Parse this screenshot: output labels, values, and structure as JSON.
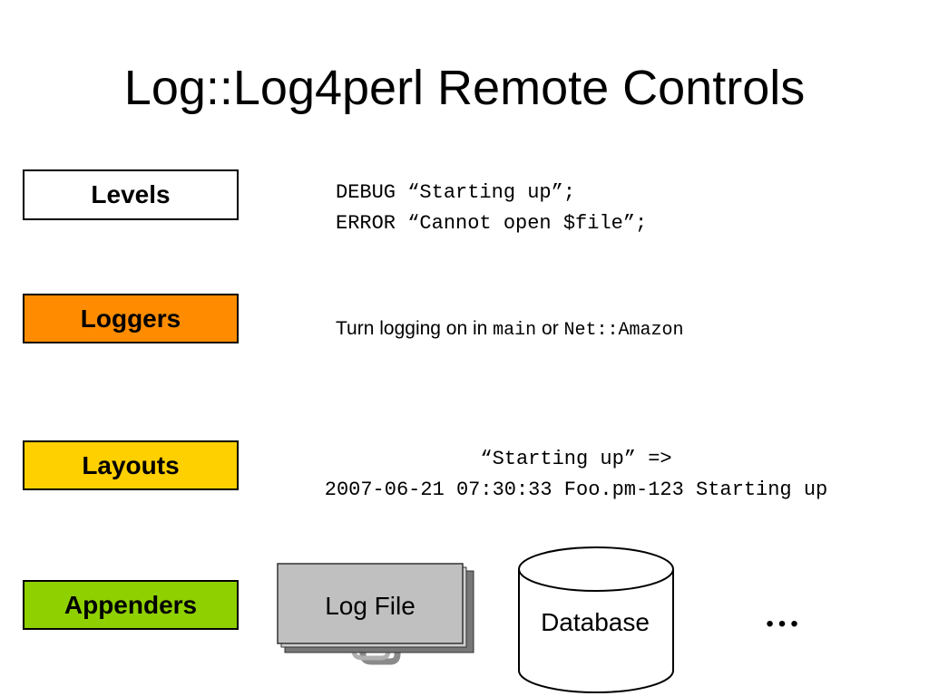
{
  "slide": {
    "title": "Log::Log4perl Remote Controls"
  },
  "concepts": [
    {
      "label": "Levels",
      "color": "#ffffff"
    },
    {
      "label": "Loggers",
      "color": "#ff8c00"
    },
    {
      "label": "Layouts",
      "color": "#ffd000"
    },
    {
      "label": "Appenders",
      "color": "#8fd000"
    }
  ],
  "levels_example": {
    "line1": "DEBUG “Starting up”;",
    "line2": "ERROR “Cannot open $file”;"
  },
  "loggers_example": {
    "prefix": "Turn logging on in ",
    "code_a": "main",
    "connector": " or ",
    "code_b": "Net::Amazon"
  },
  "layouts_example": {
    "line1": "“Starting up” =>",
    "line2": "2007-06-21 07:30:33 Foo.pm-123 Starting up"
  },
  "appenders_example": {
    "log_file_label": "Log File",
    "log_file_icon": "paperclip-icon",
    "database_label": "Database",
    "database_icon": "cylinder-icon",
    "more": "…"
  }
}
